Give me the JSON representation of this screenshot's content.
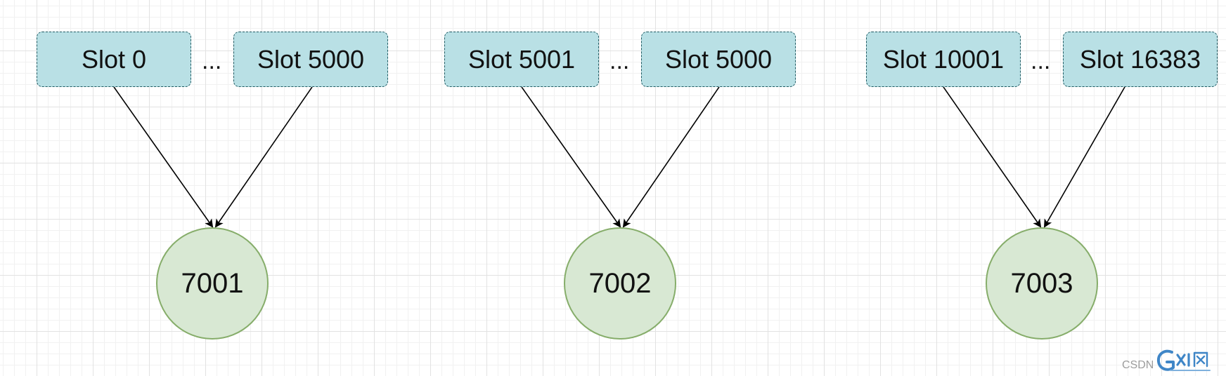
{
  "diagram": {
    "groups": [
      {
        "left_slot": "Slot 0",
        "separator": "...",
        "right_slot": "Slot 5000",
        "node": "7001"
      },
      {
        "left_slot": "Slot 5001",
        "separator": "...",
        "right_slot": "Slot 5000",
        "node": "7002"
      },
      {
        "left_slot": "Slot 10001",
        "separator": "...",
        "right_slot": "Slot 16383",
        "node": "7003"
      }
    ]
  },
  "watermark": {
    "text": "CSDN",
    "logo": "gxi-logo"
  },
  "colors": {
    "slot_fill": "#b9e0e5",
    "slot_border": "#1f5a62",
    "node_fill": "#d8e8d3",
    "node_border": "#86ad6a",
    "edge": "#000000",
    "grid": "#e2e2e2"
  }
}
